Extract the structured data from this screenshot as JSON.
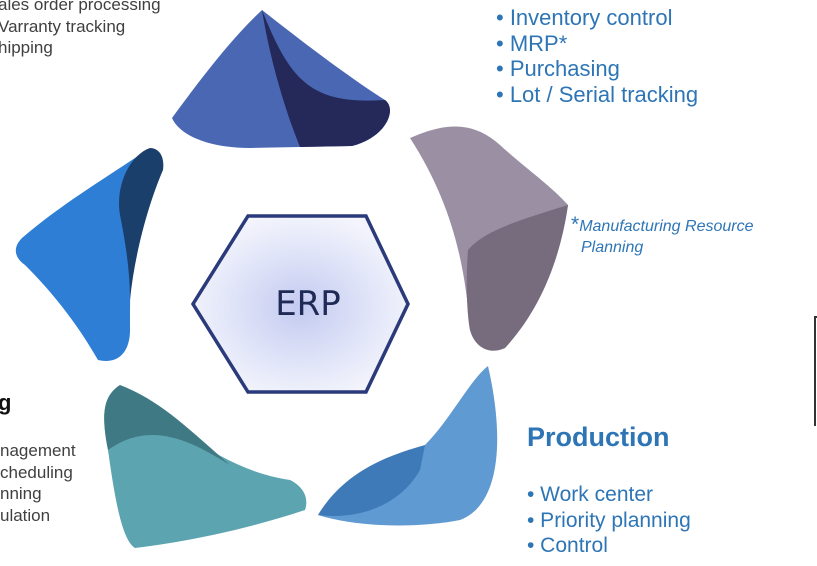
{
  "colors": {
    "petal_top": "#4a67b4",
    "petal_top_dark": "#25295a",
    "petal_right": "#9b8fa4",
    "petal_right_dark": "#776b7e",
    "petal_bottom_right": "#5f9ad2",
    "petal_bottom_right_dark": "#3e7ab8",
    "petal_bottom_left": "#5ba4b0",
    "petal_bottom_left_dark": "#3f7a84",
    "petal_left": "#2e7ed6",
    "petal_left_dark": "#1b3f6b",
    "hexagon_border": "#2b3a7a",
    "text_blue": "#2e75b6",
    "text_gray": "#404040"
  },
  "center": {
    "label": "ERP"
  },
  "sales": {
    "items": [
      "ales order processing",
      "Varranty tracking",
      "hipping"
    ]
  },
  "inventory": {
    "items": [
      "• Inventory control",
      "• MRP*",
      "• Purchasing",
      "• Lot / Serial tracking"
    ]
  },
  "footnote": {
    "asterisk": "*",
    "line1": "Manufacturing Resource",
    "line2": "Planning"
  },
  "production": {
    "heading": "Production",
    "items": [
      "• Work center",
      "• Priority planning",
      "• Control"
    ]
  },
  "planning": {
    "heading": "g",
    "items": [
      "nagement",
      "cheduling",
      "nning",
      "ulation"
    ]
  }
}
